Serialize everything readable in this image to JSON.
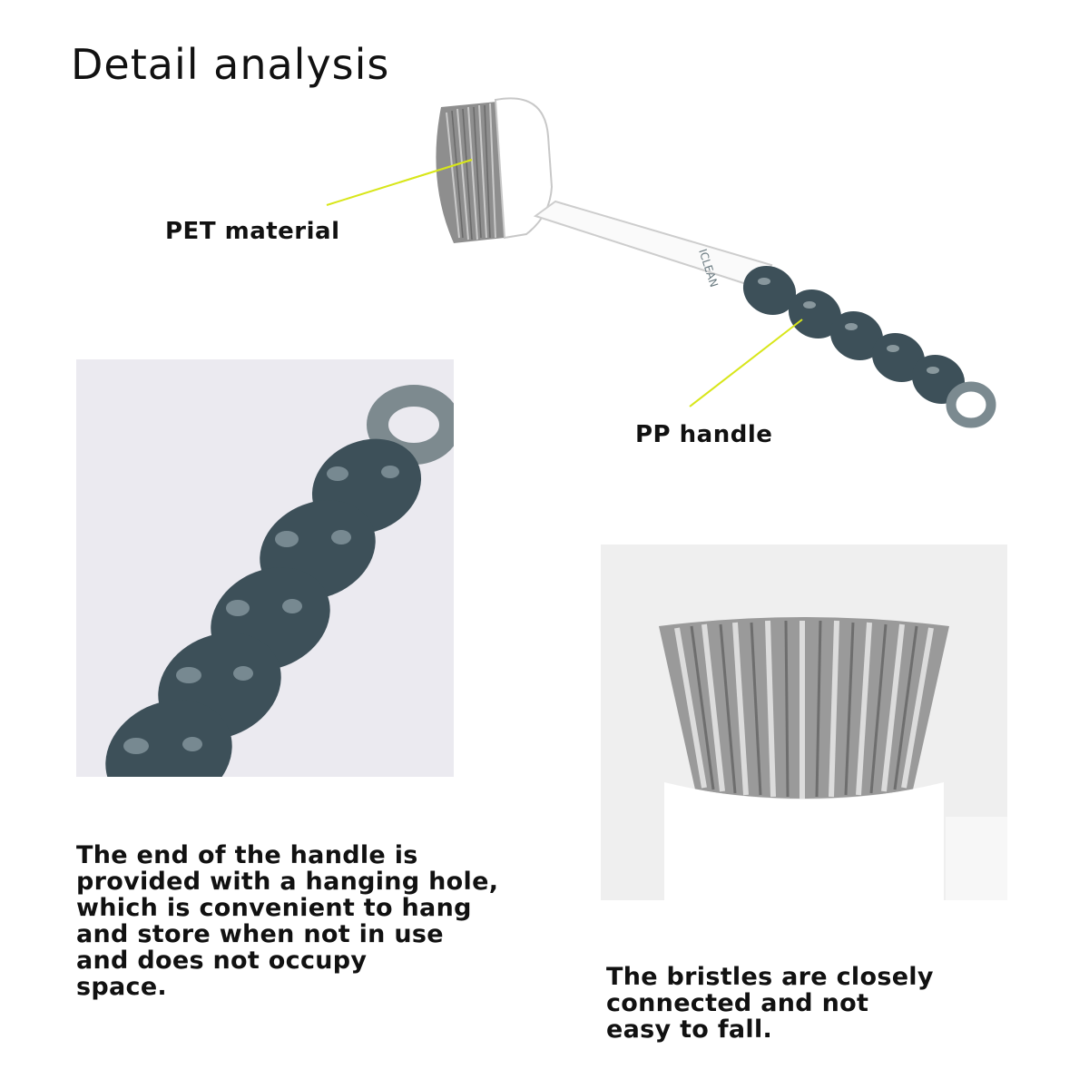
{
  "title": "Detail analysis",
  "callouts": {
    "pet": "PET material",
    "pp": "PP handle"
  },
  "brush_imprint": "ICLEAN",
  "handle_detail": {
    "lines": [
      "The end of the handle is",
      "provided with a hanging hole,",
      "which is convenient to hang",
      "and store when not in use",
      "and does not occupy",
      "space."
    ]
  },
  "bristle_detail": {
    "lines": [
      "The bristles are closely",
      "connected and not",
      "easy to fall."
    ]
  },
  "colors": {
    "handle_bead": "#3d5059",
    "hook": "#7b8a90",
    "bristle": "#8a8a8a",
    "leader_line": "#d8e61a"
  }
}
